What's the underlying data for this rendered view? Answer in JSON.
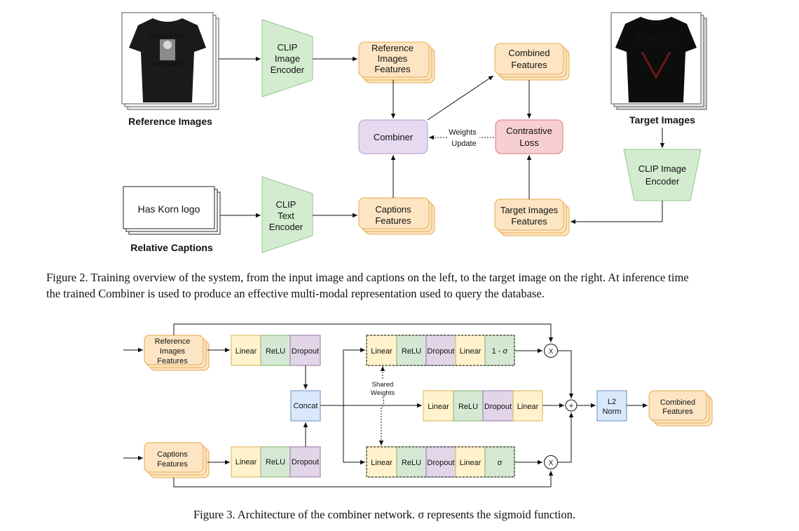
{
  "figure2": {
    "inputs": {
      "reference_images": "Reference Images",
      "relative_captions": "Relative Captions",
      "caption_example": "Has Korn logo",
      "target_images": "Target Images",
      "ref_shirt_text_1": "WORK HARD",
      "ref_shirt_text_2": "NAP HARD",
      "target_shirt_text": "KoRn"
    },
    "clip_image_encoder": [
      "CLIP",
      "Image",
      "Encoder"
    ],
    "clip_text_encoder": [
      "CLIP",
      "Text",
      "Encoder"
    ],
    "clip_image_encoder_target": [
      "CLIP Image",
      "Encoder"
    ],
    "reference_features": [
      "Reference",
      "Images",
      "Features"
    ],
    "captions_features": [
      "Captions",
      "Features"
    ],
    "combiner": "Combiner",
    "combined_features": [
      "Combined",
      "Features"
    ],
    "contrastive_loss": [
      "Contrastive",
      "Loss"
    ],
    "target_features": [
      "Target Images",
      "Features"
    ],
    "weights_update": [
      "Weights",
      "Update"
    ],
    "caption": [
      "Figure 2. Training overview of the system, from the input image and captions on the left, to the target image on the right. At inference time",
      "the trained Combiner is used to produce an effective multi-modal representation used to query the database."
    ]
  },
  "figure3": {
    "reference_features": [
      "Reference",
      "Images",
      "Features"
    ],
    "captions_features": [
      "Captions",
      "Features"
    ],
    "top_chain": [
      "Linear",
      "ReLU",
      "Dropout"
    ],
    "bottom_chain": [
      "Linear",
      "ReLU",
      "Dropout"
    ],
    "concat": "Concat",
    "upper_branch": [
      "Linear",
      "ReLU",
      "Dropout",
      "Linear",
      "1 - σ"
    ],
    "middle_branch": [
      "Linear",
      "ReLU",
      "Dropout",
      "Linear"
    ],
    "lower_branch": [
      "Linear",
      "ReLU",
      "Dropout",
      "Linear",
      "σ"
    ],
    "shared_weights": [
      "Shared",
      "Weights"
    ],
    "multiply": "X",
    "add": "+",
    "l2_norm": [
      "L2",
      "Norm"
    ],
    "combined_features": [
      "Combined",
      "Features"
    ],
    "caption": "Figure 3. Architecture of the combiner network. σ represents the sigmoid function."
  },
  "colors": {
    "feature_fill": "#fde5c4",
    "feature_stroke": "#e6a94a",
    "encoder_fill": "#d3ecd0",
    "encoder_stroke": "#95c58e",
    "combiner_fill": "#e6d9f0",
    "combiner_stroke": "#b49bc9",
    "loss_fill": "#f8cfd0",
    "loss_stroke": "#d9787c",
    "linear_fill": "#fff2cc",
    "linear_stroke": "#d6b656",
    "relu_fill": "#d5e8d4",
    "relu_stroke": "#82b366",
    "dropout_fill": "#e1d5e7",
    "dropout_stroke": "#9673a6",
    "concat_fill": "#dae8fc",
    "concat_stroke": "#6c8ebf"
  }
}
